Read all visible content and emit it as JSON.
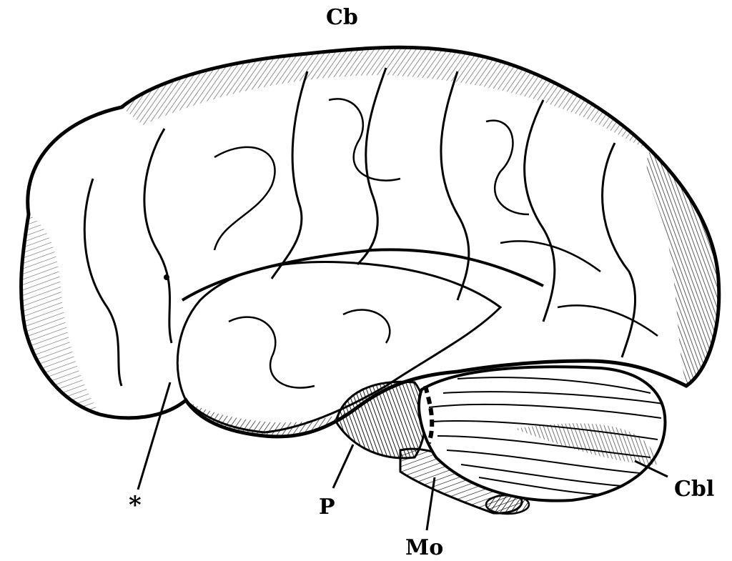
{
  "figure": {
    "subject": "Lateral view of the human brain (engraving)",
    "colors": {
      "ink": "#000000",
      "paper": "#ffffff"
    }
  },
  "labels": {
    "cerebrum": "Cb",
    "asterisk": "*",
    "pons": "P",
    "medulla": "Mo",
    "cerebellum": "Cbl"
  }
}
